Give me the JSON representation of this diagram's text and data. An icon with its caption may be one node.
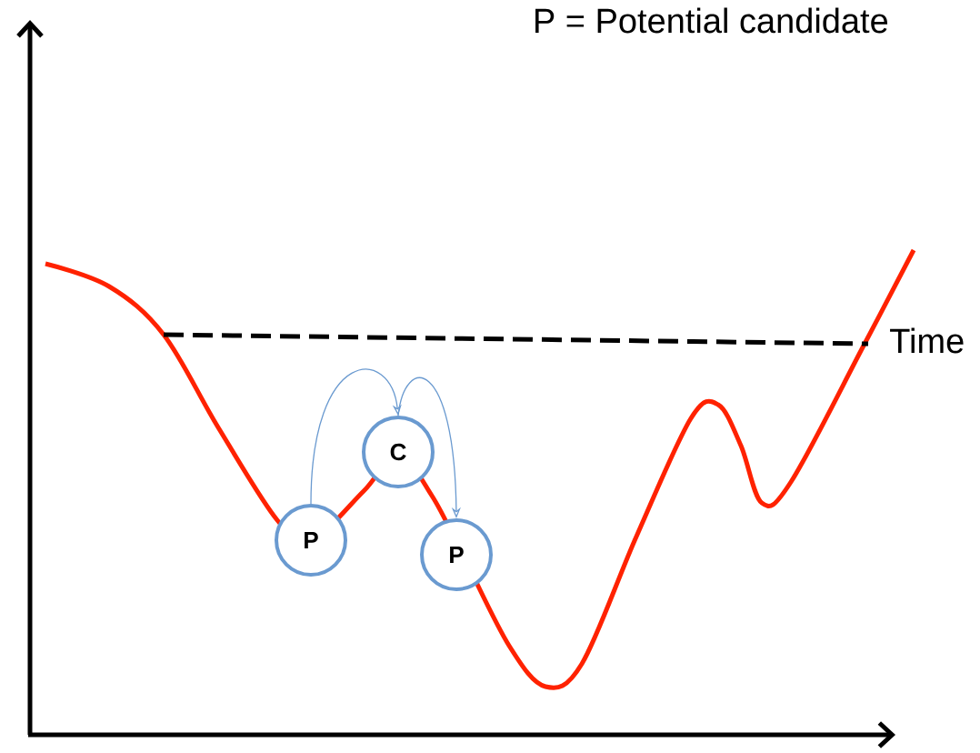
{
  "diagram": {
    "nodes": [
      {
        "text": [
          "P"
        ]
      },
      {
        "text": [
          "C"
        ]
      },
      {
        "text": [
          "P"
        ]
      }
    ],
    "edges": [
      {
        "from": 0,
        "to": 1,
        "arrow": "to"
      },
      {
        "from": 1,
        "to": 2,
        "arrow": "to"
      }
    ],
    "labels": [
      "P = Potential candidate",
      "Time"
    ]
  }
}
